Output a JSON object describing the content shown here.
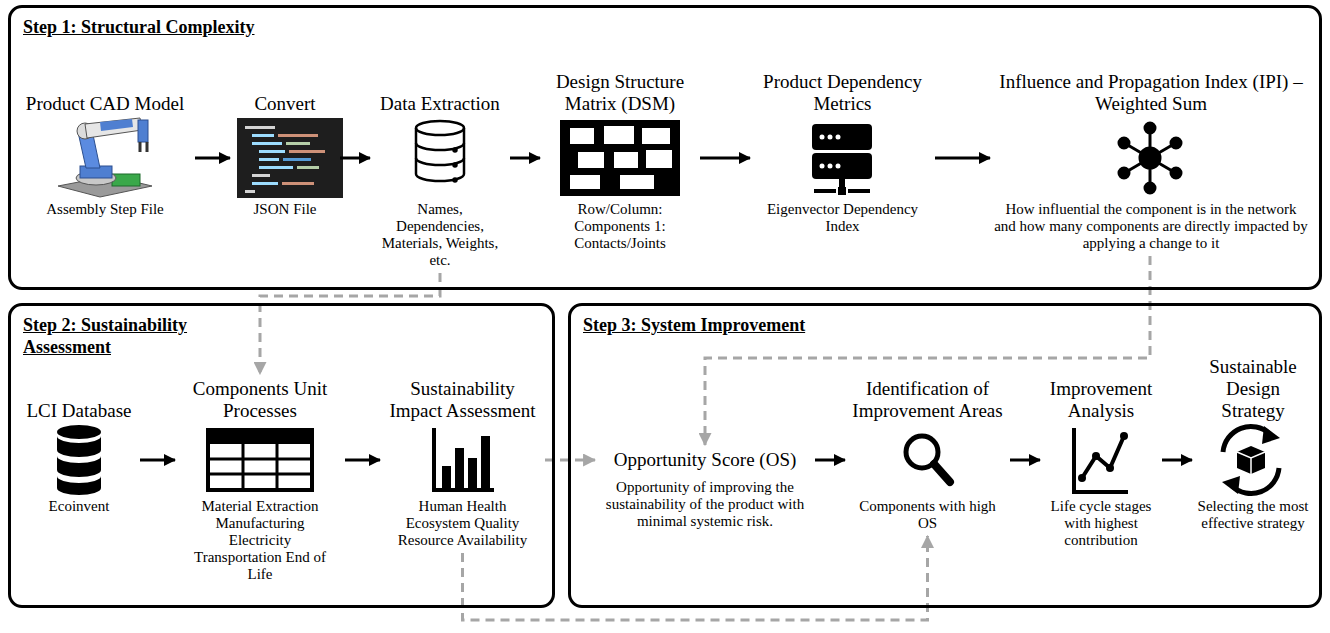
{
  "diagram": {
    "nodes": [
      {
        "text": [
          "Step 1: Structural Complexity"
        ]
      },
      {
        "text": [
          "Product CAD Model",
          "Assembly Step File"
        ],
        "in": 0
      },
      {
        "text": [
          "Convert",
          "JSON File"
        ],
        "in": 0
      },
      {
        "text": [
          "Data Extraction",
          "Names, Dependencies, Materials, Weights, etc."
        ],
        "in": 0
      },
      {
        "text": [
          "Design Structure Matrix (DSM)",
          "Row/Column: Components 1: Contacts/Joints"
        ],
        "in": 0
      },
      {
        "text": [
          "Product Dependency Metrics",
          "Eigenvector Dependency Index"
        ],
        "in": 0
      },
      {
        "text": [
          "Influence and Propagation Index (IPI) – Weighted Sum",
          "How influential the component is in the network and how many components are directly impacted by applying a change to it"
        ],
        "in": 0
      },
      {
        "text": [
          "Step 2: Sustainability Assessment"
        ]
      },
      {
        "text": [
          "LCI Database",
          "Ecoinvent"
        ],
        "in": 7
      },
      {
        "text": [
          "Components Unit Processes",
          "Material Extraction Manufacturing Electricity Transportation End of Life"
        ],
        "in": 7
      },
      {
        "text": [
          "Sustainability Impact Assessment",
          "Human Health Ecosystem Quality Resource Availability"
        ],
        "in": 7
      },
      {
        "text": [
          "Step 3: System Improvement"
        ]
      },
      {
        "text": [
          "Opportunity Score (OS)",
          "Opportunity of improving the sustainability of the product with minimal systemic risk."
        ],
        "in": 11
      },
      {
        "text": [
          "Identification of Improvement Areas",
          "Components with high OS"
        ],
        "in": 11
      },
      {
        "text": [
          "Improvement Analysis",
          "Life cycle stages with highest contribution"
        ],
        "in": 11
      },
      {
        "text": [
          "Sustainable Design Strategy",
          "Selecting the most effective strategy"
        ],
        "in": 11
      }
    ],
    "edges": [
      {
        "from": 1,
        "to": 2,
        "arrow": "to"
      },
      {
        "from": 2,
        "to": 3,
        "arrow": "to"
      },
      {
        "from": 3,
        "to": 4,
        "arrow": "to"
      },
      {
        "from": 4,
        "to": 5,
        "arrow": "to"
      },
      {
        "from": 5,
        "to": 6,
        "arrow": "to"
      },
      {
        "from": 3,
        "to": 9,
        "arrow": "to"
      },
      {
        "from": 8,
        "to": 9,
        "arrow": "to"
      },
      {
        "from": 9,
        "to": 10,
        "arrow": "to"
      },
      {
        "from": 6,
        "to": 12,
        "arrow": "to"
      },
      {
        "from": 10,
        "to": 12,
        "arrow": "to"
      },
      {
        "from": 10,
        "to": 13,
        "arrow": "to"
      },
      {
        "from": 12,
        "to": 13,
        "arrow": "to"
      },
      {
        "from": 13,
        "to": 14,
        "arrow": "to"
      },
      {
        "from": 14,
        "to": 15,
        "arrow": "to"
      }
    ]
  }
}
